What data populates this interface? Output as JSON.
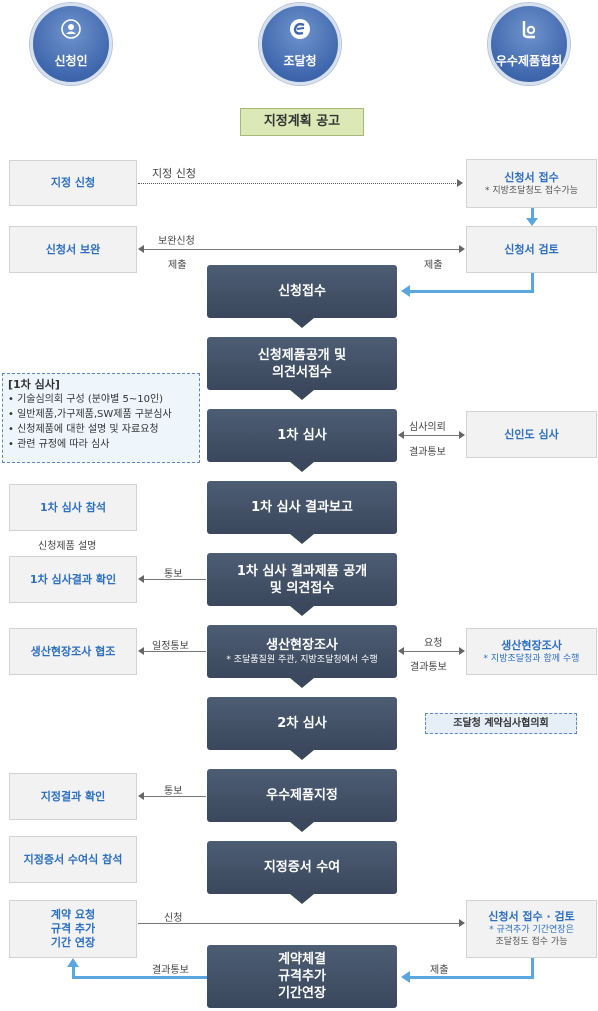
{
  "actors": [
    {
      "label": "신청인",
      "icon": "user-icon"
    },
    {
      "label": "조달청",
      "icon": "procurement-logo-icon"
    },
    {
      "label": "우수제품협회",
      "icon": "association-logo-icon"
    }
  ],
  "notice": "지정계획 공고",
  "left": {
    "apply": "지정 신청",
    "supplement": "신청서 보완",
    "attend1": "1차 심사 참석",
    "confirm1": "1차 심사결과 확인",
    "fieldcoop": "생산현장조사 협조",
    "result": "지정결과 확인",
    "ceremony": "지정증서 수여식 참석",
    "contract": [
      "계약 요청",
      "규격 추가",
      "기간 연장"
    ]
  },
  "right": {
    "receive": "신청서 접수",
    "receive_note": "* 지방조달청도 접수가능",
    "review_doc": "신청서 검토",
    "newness": "신인도 심사",
    "field": "생산현장조사",
    "field_note": "* 지방조달청과 함께 수행",
    "final": "신청서 접수 · 검토",
    "final_note": [
      "* 규격추가 기간연장은",
      "조달청도 접수 가능"
    ]
  },
  "center": {
    "receipt": "신청접수",
    "publish": [
      "신청제품공개 및",
      "의견서접수"
    ],
    "review1": "1차 심사",
    "report1": "1차 심사 결과보고",
    "publish2": [
      "1차 심사 결과제품 공개",
      "및 의견접수"
    ],
    "field": "생산현장조사",
    "field_note": "* 조달품질원 주관, 지방조달청에서 수행",
    "review2": "2차 심사",
    "designate": "우수제품지정",
    "certificate": "지정증서 수여",
    "contract": [
      "계약체결",
      "규격추가",
      "기간연장"
    ]
  },
  "review_box": {
    "title": "[1차 심사]",
    "items": [
      "• 기술심의회 구성 (분야별 5~10인)",
      "• 일반제품,가구제품,SW제품 구분심사",
      "• 신청제품에 대한 설명 및 자료요청",
      "• 관련 규정에 따라 심사"
    ]
  },
  "contract_committee": "조달청 계약심사협의회",
  "labels": {
    "apply": "지정 신청",
    "supp_req": "보완신청",
    "submit_l": "제출",
    "submit_r": "제출",
    "review_req": "심사의뢰",
    "result_notice": "결과통보",
    "explain": "신청제품 설명",
    "notify1": "통보",
    "schedule": "일정통보",
    "request": "요청",
    "result_notice2": "결과통보",
    "notify2": "통보",
    "apply2": "신청",
    "submit3": "제출",
    "result_notice3": "결과통보"
  }
}
